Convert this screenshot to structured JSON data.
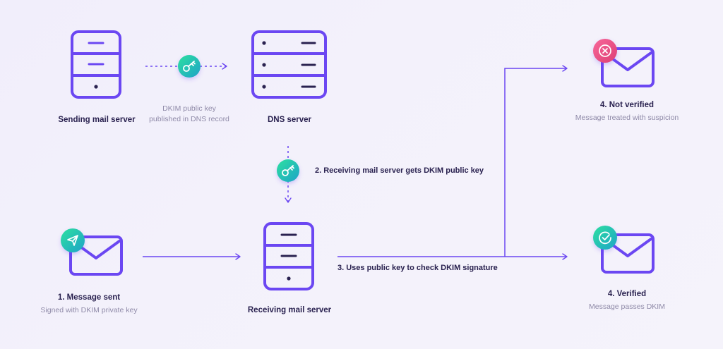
{
  "nodes": {
    "sending_server": {
      "title": "Sending mail server"
    },
    "dns_server": {
      "title": "DNS server"
    },
    "receiving_server": {
      "title": "Receiving mail server"
    },
    "message_sent": {
      "title": "1. Message sent",
      "subtitle": "Signed with DKIM private key"
    },
    "not_verified": {
      "title": "4. Not verified",
      "subtitle": "Message treated with suspicion"
    },
    "verified": {
      "title": "4. Verified",
      "subtitle": "Message passes DKIM"
    }
  },
  "edges": {
    "publish_key": {
      "line1": "DKIM public key",
      "line2": "published in DNS record"
    },
    "get_key": {
      "label": "2. Receiving mail server gets DKIM public key"
    },
    "check_signature": {
      "label": "3. Uses public key to check DKIM signature"
    }
  },
  "icons": {
    "key": "key-icon",
    "send": "paper-plane-icon",
    "fail": "x-circle-icon",
    "pass": "check-circle-icon",
    "envelope": "envelope-icon",
    "server": "server-icon"
  },
  "colors": {
    "purple": "#6b47f2",
    "teal_start": "#1fd3a0",
    "teal_end": "#1ea7c6",
    "pink": "#ec4f83",
    "text_dark": "#2a2250",
    "text_muted": "#8f8aa8"
  }
}
